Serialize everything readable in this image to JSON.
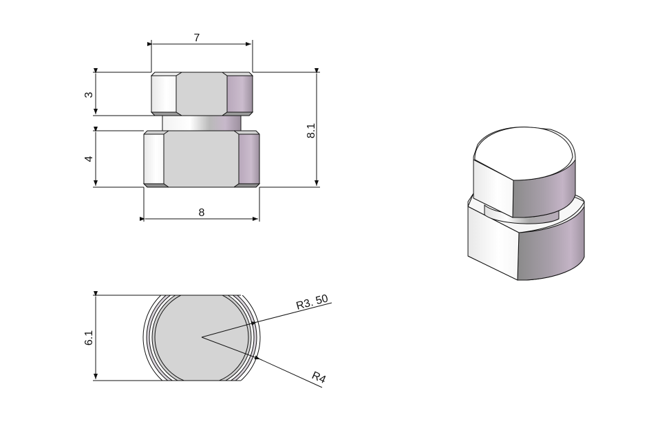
{
  "drawing": {
    "front_view": {
      "dimensions": {
        "top_width": "7",
        "bottom_width": "8",
        "top_height": "3",
        "bottom_height": "4",
        "overall_height": "8.1"
      }
    },
    "top_view": {
      "dimensions": {
        "width": "6.1",
        "inner_radius": "R3. 50",
        "outer_radius": "R4"
      }
    },
    "isometric_view": {
      "label": ""
    },
    "colors": {
      "line": "#111111",
      "face_gray": "#d4d4d4",
      "face_light": "#f4f4f4",
      "face_shade": "#c6b6c8",
      "face_dark": "#8e8e8e"
    }
  }
}
